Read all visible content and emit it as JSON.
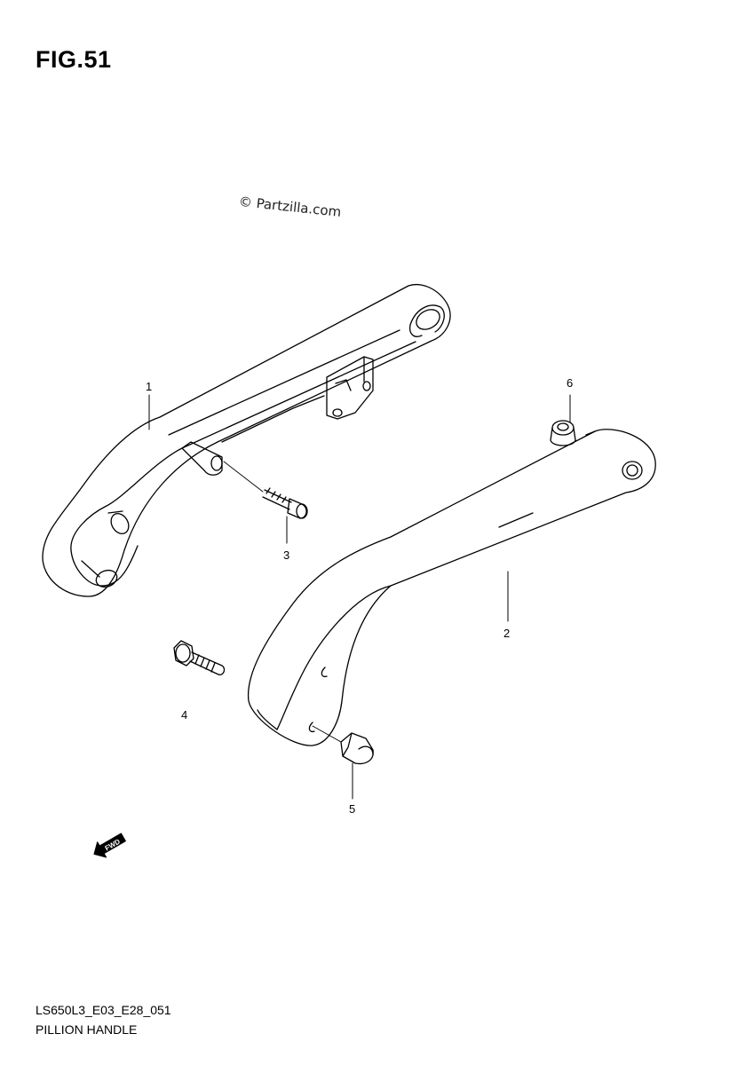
{
  "figure": {
    "title": "FIG.51"
  },
  "watermark": {
    "text": "© Partzilla.com"
  },
  "callouts": [
    {
      "id": "1",
      "label": "1"
    },
    {
      "id": "2",
      "label": "2"
    },
    {
      "id": "3",
      "label": "3"
    },
    {
      "id": "4",
      "label": "4"
    },
    {
      "id": "5",
      "label": "5"
    },
    {
      "id": "6",
      "label": "6"
    }
  ],
  "direction_marker": {
    "text": "FWD",
    "icon": "fwd-arrow-icon"
  },
  "footer": {
    "diagram_code": "LS650L3_E03_E28_051",
    "caption": "PILLION HANDLE"
  }
}
